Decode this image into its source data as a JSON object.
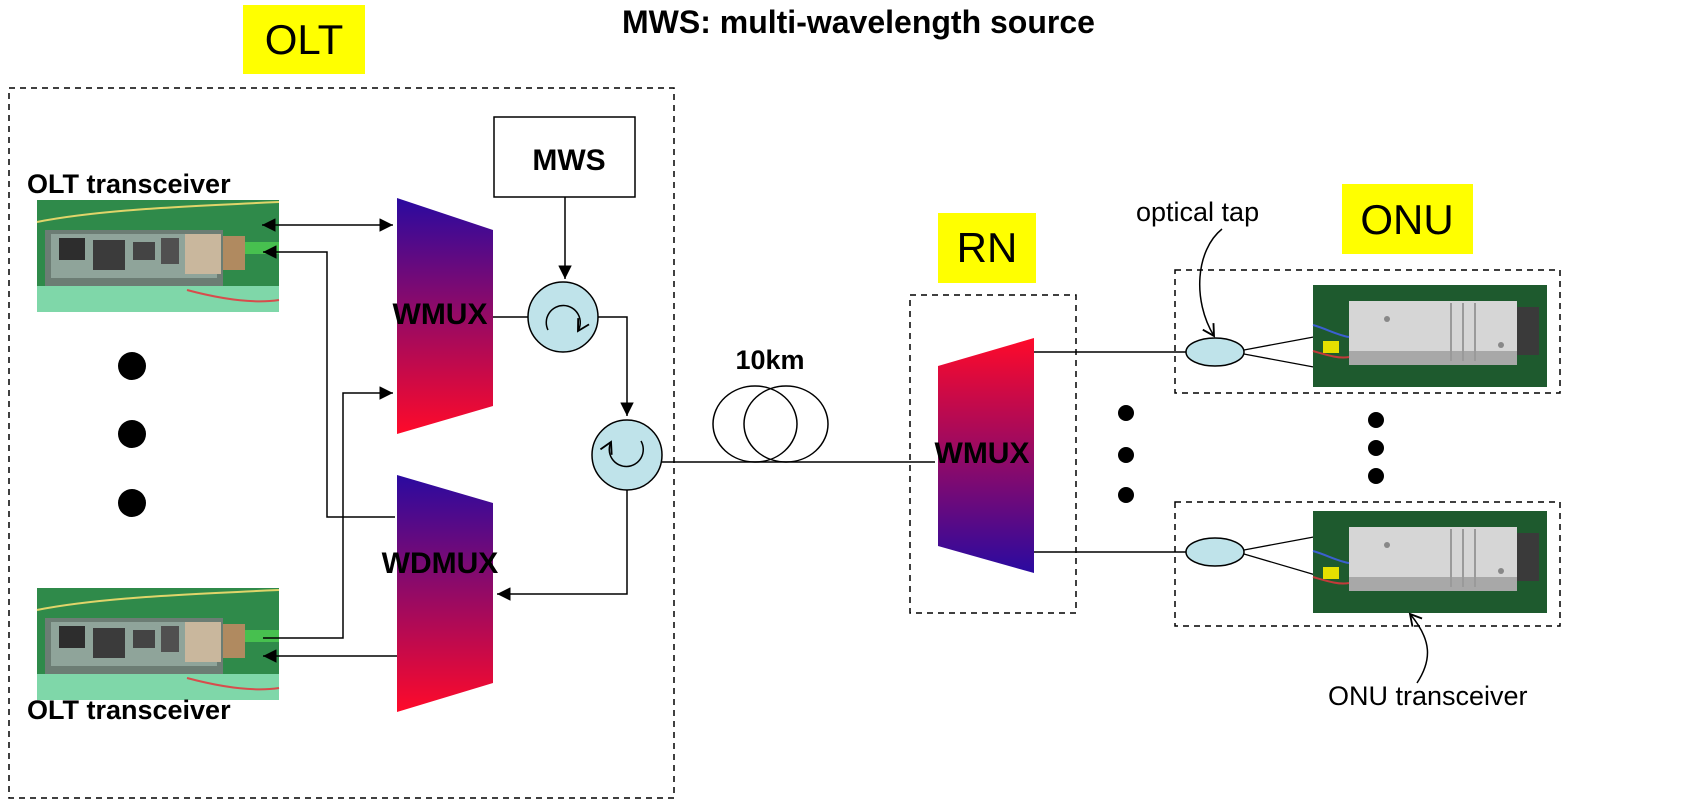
{
  "title": "MWS: multi-wavelength source",
  "tags": {
    "olt": "OLT",
    "rn": "RN",
    "onu": "ONU"
  },
  "olt": {
    "mws_label": "MWS",
    "wmux_label": "WMUX",
    "wdmux_label": "WDMUX",
    "transceiver_top_label": "OLT transceiver",
    "transceiver_bottom_label": "OLT transceiver"
  },
  "fiber": {
    "length_label": "10km"
  },
  "rn": {
    "wmux_label": "WMUX"
  },
  "onu": {
    "optical_tap_label": "optical tap",
    "transceiver_label": "ONU transceiver"
  },
  "colors": {
    "tag_highlight": "#ffff00",
    "gradient_blue": "#2a0aa0",
    "gradient_red": "#ff0a2a",
    "circulator_fill": "#bfe3ea",
    "tap_fill": "#bfe3ea",
    "pcb_green": "#2f8a4a",
    "module_dark": "#1e5a2e"
  }
}
